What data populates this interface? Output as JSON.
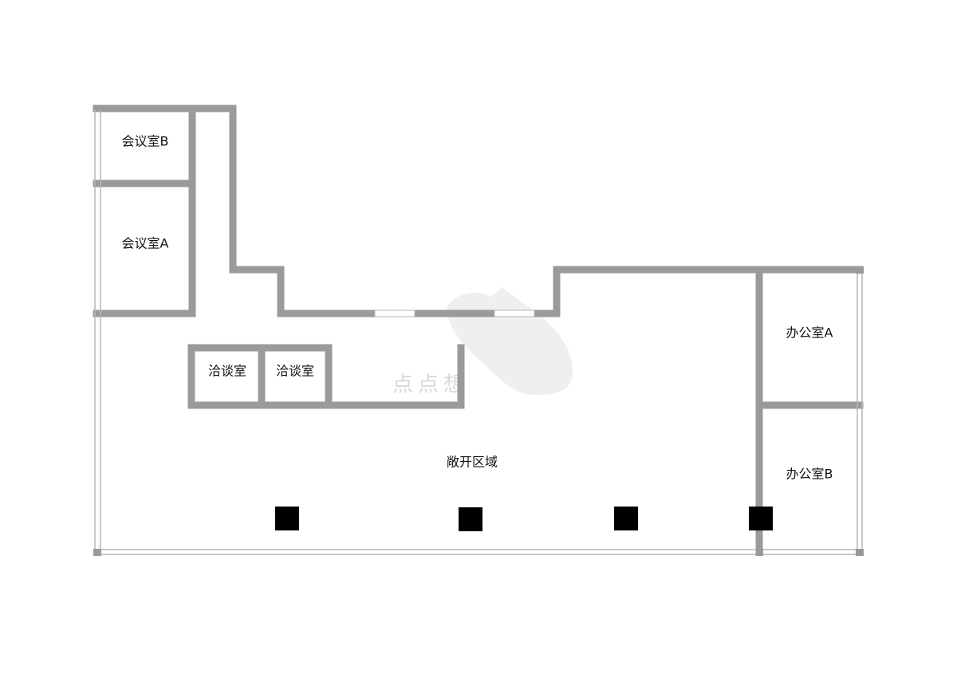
{
  "rooms": {
    "meeting_room_b": "会议室B",
    "meeting_room_a": "会议室A",
    "negotiation_room_1": "洽谈室",
    "negotiation_room_2": "洽谈室",
    "open_area": "敞开区域",
    "office_a": "办公室A",
    "office_b": "办公室B"
  },
  "watermark": {
    "text": "点点想"
  },
  "colors": {
    "wall": "#9a9a9a",
    "window_frame": "#b5b5b5",
    "column": "#000000",
    "label": "#111111",
    "watermark": "#d9d9d9",
    "background": "#ffffff"
  }
}
